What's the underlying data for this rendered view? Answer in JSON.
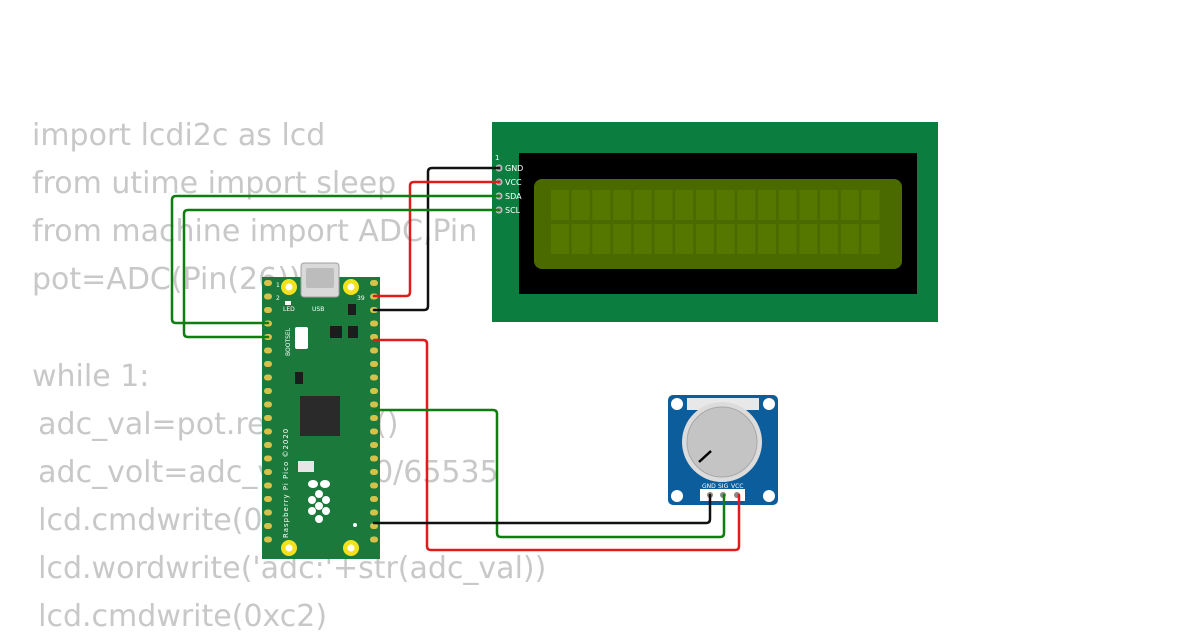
{
  "code": {
    "lines": [
      "import lcdi2c as lcd",
      "from utime import sleep",
      "from machine import ADC,Pin",
      "pot=ADC(Pin(26))",
      "",
      "while 1:",
      "    adc_val=pot.read_u16()",
      "    adc_volt=adc_val*3300/65535",
      "    lcd.cmdwrite(0x80)",
      "    lcd.wordwrite('adc:'+str(adc_val))",
      "    lcd.cmdwrite(0xc2)"
    ]
  },
  "lcd": {
    "pin1_marker": "1",
    "pins": [
      "GND",
      "VCC",
      "SDA",
      "SCL"
    ]
  },
  "pico": {
    "usb_label": "USB",
    "led_label": "LED",
    "bootsel_label": "BOOTSEL",
    "board_label": "Raspberry Pi Pico ©2020",
    "pin_1": "1",
    "pin_2": "2",
    "pin_39": "39"
  },
  "pot": {
    "pins": [
      "GND",
      "SIG",
      "VCC"
    ]
  },
  "colors": {
    "wire_red": "#e01b1b",
    "wire_black": "#111111",
    "wire_green": "#0f7d0f",
    "pcb_green": "#0b7d3e",
    "pico_green": "#1b7a3b",
    "pot_blue": "#0b5e9b",
    "lcd_screen": "#4a6a00"
  }
}
